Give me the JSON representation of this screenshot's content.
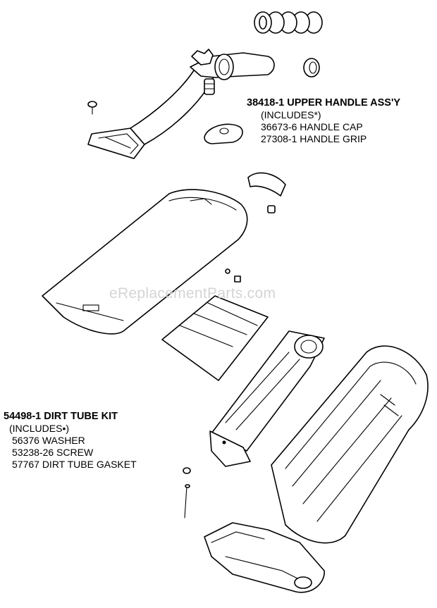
{
  "watermark": "eReplacementParts.com",
  "upper_handle": {
    "title": "38418-1 UPPER HANDLE ASS'Y",
    "includes": "(INCLUDES*)",
    "parts": [
      "36673-6 HANDLE CAP",
      "27308-1 HANDLE GRIP"
    ]
  },
  "dirt_tube_kit": {
    "title": "54498-1 DIRT TUBE KIT",
    "includes": "(INCLUDES•)",
    "parts": [
      "56376 WASHER",
      "53238-26 SCREW",
      "57767 DIRT TUBE GASKET"
    ]
  }
}
